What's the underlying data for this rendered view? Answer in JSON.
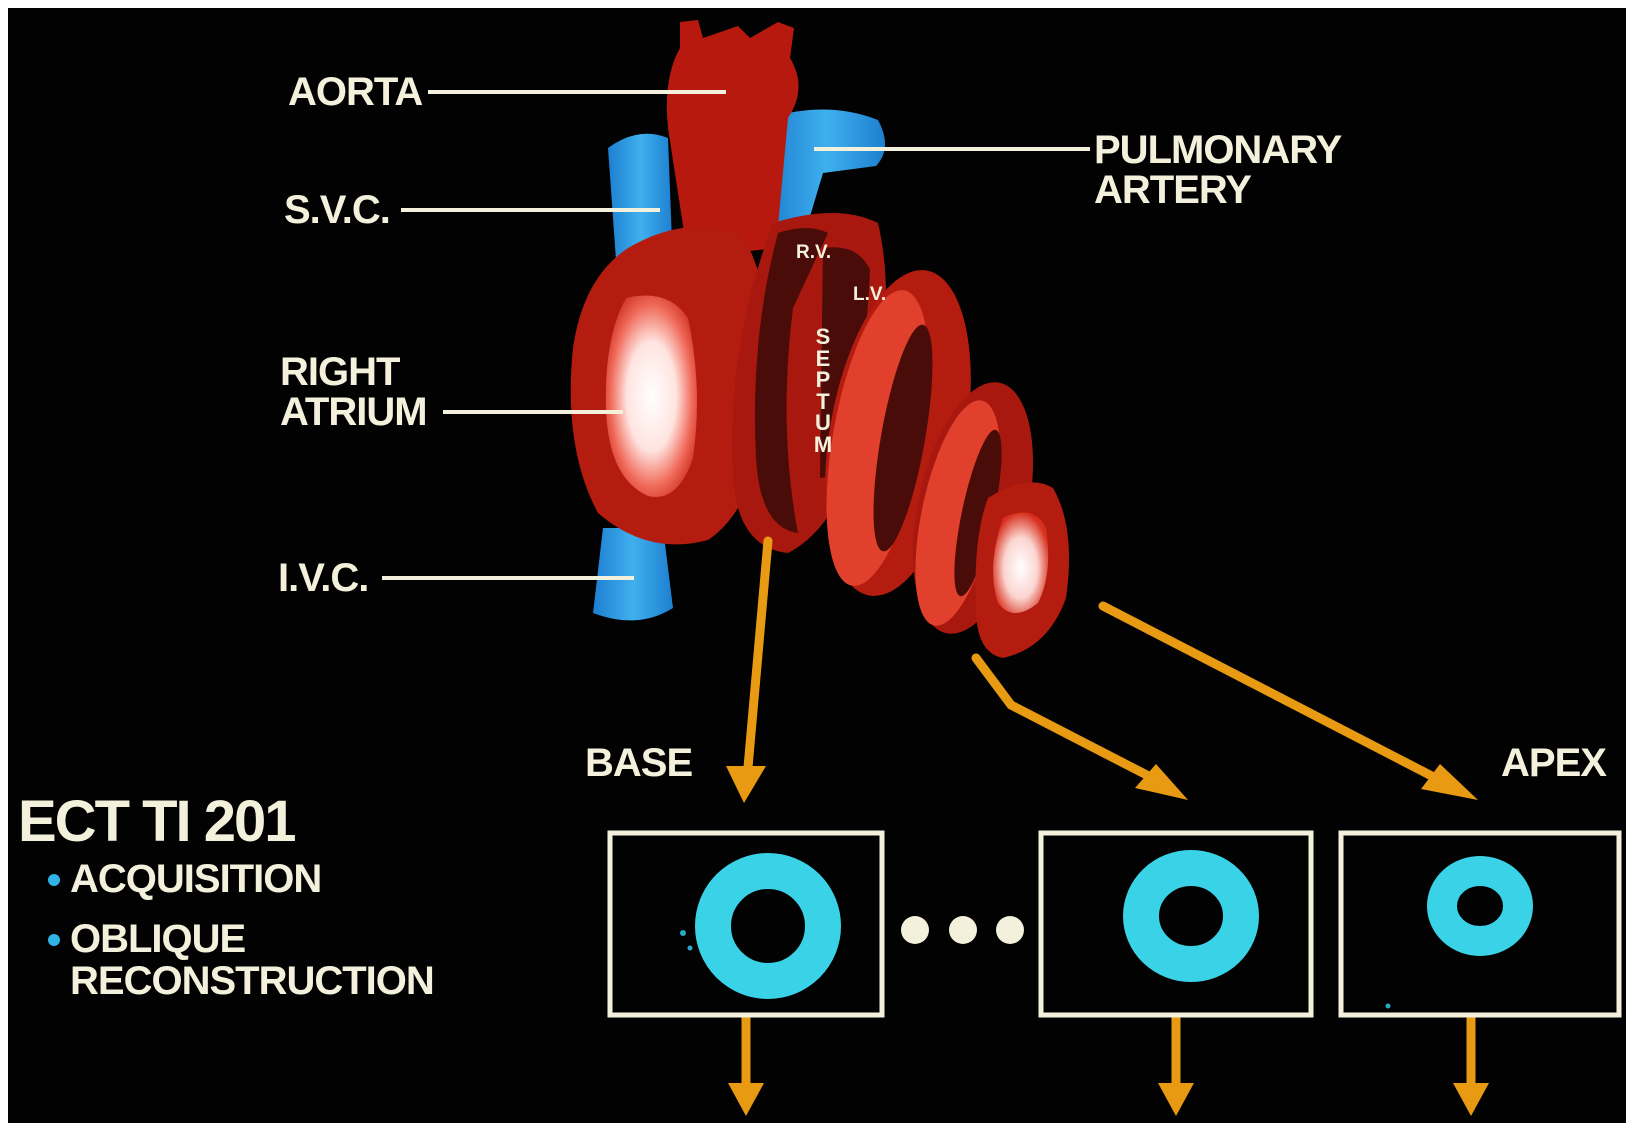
{
  "labels": {
    "aorta": "AORTA",
    "svc": "S.V.C.",
    "right_atrium_1": "RIGHT",
    "right_atrium_2": "ATRIUM",
    "ivc": "I.V.C.",
    "pulmonary_1": "PULMONARY",
    "pulmonary_2": "ARTERY",
    "rv": "R.V.",
    "lv": "L.V.",
    "septum": "SEPTUM",
    "base": "BASE",
    "apex": "APEX"
  },
  "legend": {
    "title": "ECT TI 201",
    "items": [
      "ACQUISITION",
      "OBLIQUE",
      "RECONSTRUCTION"
    ]
  },
  "colors": {
    "background": "#020202",
    "heart_red": "#b51c10",
    "vessel_blue": "#2f9be0",
    "arrow_orange": "#e89a12",
    "label_cream": "#f3f1dc",
    "scan_cyan": "#3ad2e6"
  }
}
